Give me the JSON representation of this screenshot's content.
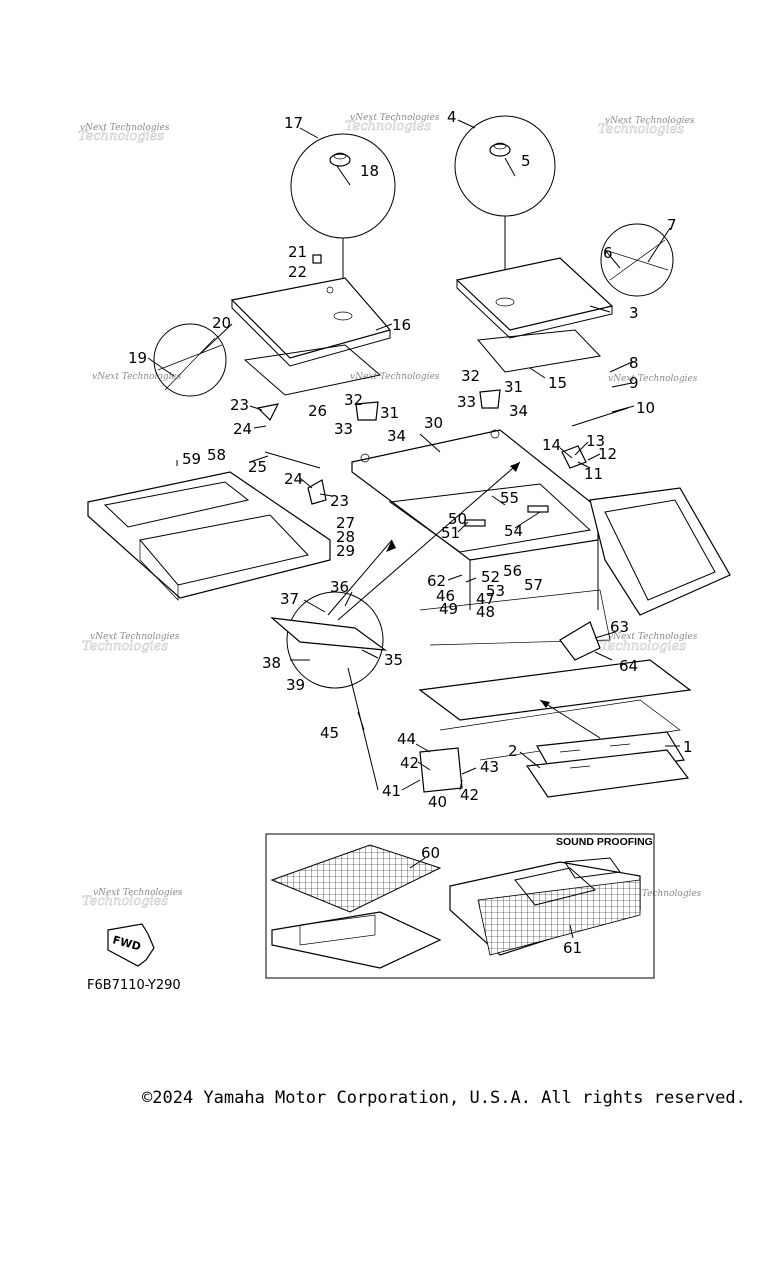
{
  "diagram": {
    "figure_code": "F6B7110-Y290",
    "copyright": "©2024 Yamaha Motor Corporation, U.S.A. All rights reserved.",
    "inset_label": "SOUND PROOFING",
    "fwd_label": "FWD",
    "watermark_text": "vNext Technologies",
    "callouts": [
      "1",
      "2",
      "3",
      "4",
      "5",
      "6",
      "7",
      "8",
      "9",
      "10",
      "11",
      "12",
      "13",
      "14",
      "15",
      "16",
      "17",
      "18",
      "19",
      "20",
      "21",
      "22",
      "23",
      "23",
      "24",
      "24",
      "25",
      "26",
      "27",
      "28",
      "29",
      "30",
      "31",
      "31",
      "32",
      "32",
      "33",
      "33",
      "34",
      "34",
      "35",
      "36",
      "37",
      "38",
      "39",
      "40",
      "41",
      "42",
      "42",
      "43",
      "44",
      "45",
      "46",
      "47",
      "48",
      "49",
      "50",
      "51",
      "52",
      "53",
      "54",
      "55",
      "56",
      "57",
      "58",
      "59",
      "60",
      "61",
      "62",
      "63",
      "64"
    ]
  }
}
